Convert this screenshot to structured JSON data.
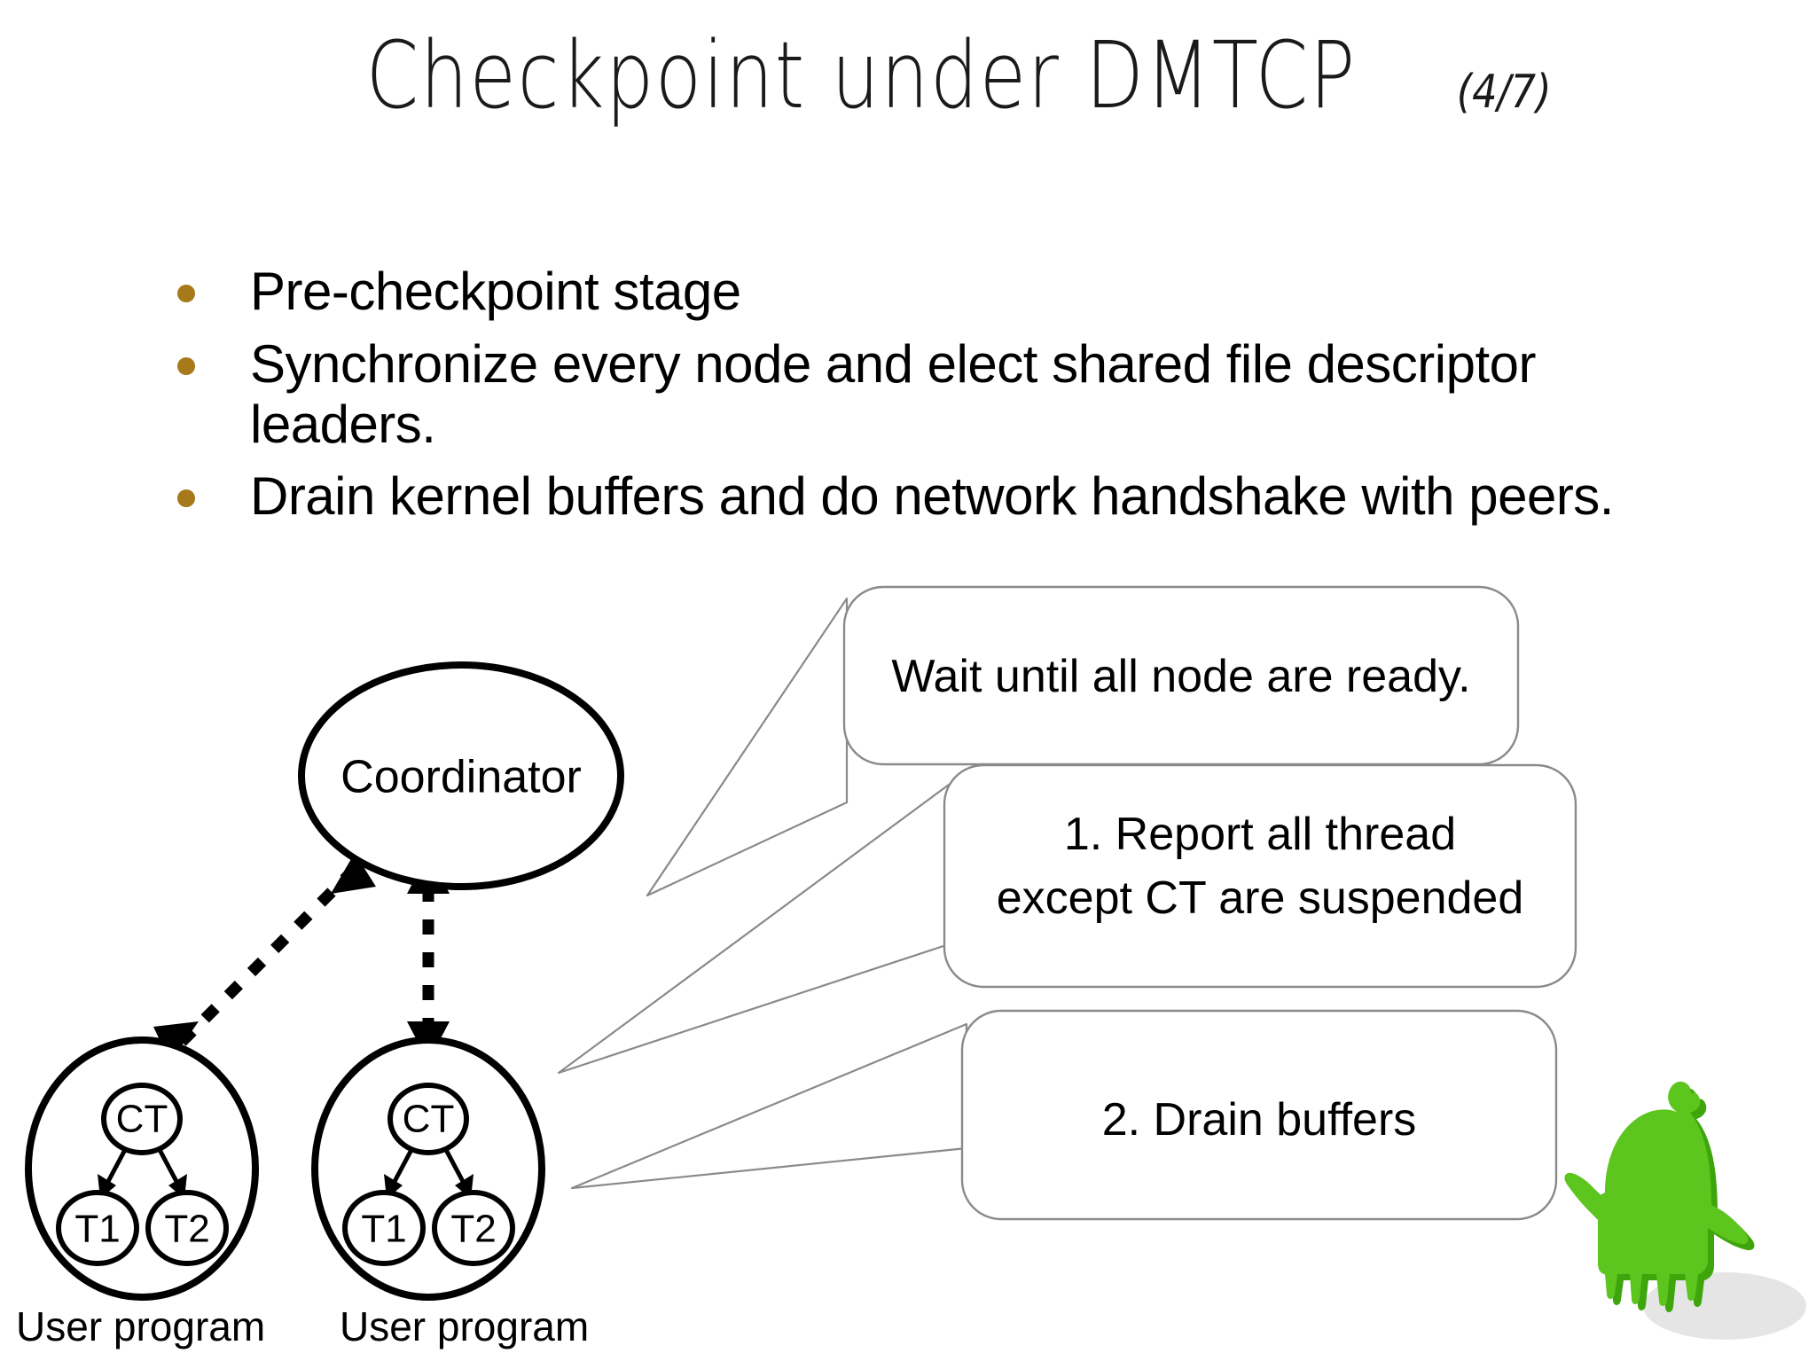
{
  "slide": {
    "title_main": "Checkpoint under DMTCP",
    "title_sub": "(4/7)",
    "background_color": "#ffffff"
  },
  "bullets": {
    "dot_color": "#A6791B",
    "items": [
      {
        "text": "Pre-checkpoint stage"
      },
      {
        "text": "Synchronize every node and elect shared file descriptor leaders."
      },
      {
        "text": "Drain kernel buffers and do network handshake with peers."
      }
    ]
  },
  "diagram": {
    "coordinator": {
      "label": "Coordinator"
    },
    "programs": [
      {
        "caption": "User program",
        "main_thread": "CT",
        "threads": [
          "T1",
          "T2"
        ]
      },
      {
        "caption": "User program",
        "main_thread": "CT",
        "threads": [
          "T1",
          "T2"
        ]
      }
    ],
    "callouts": [
      {
        "lines": [
          "Wait until all node are ready."
        ]
      },
      {
        "lines": [
          "1. Report all thread",
          "except CT are suspended"
        ]
      },
      {
        "lines": [
          "2. Drain buffers"
        ]
      }
    ],
    "stroke_color": "#000000",
    "callout_border_color": "#7f7f7f"
  },
  "mascot": {
    "name": "green-creature-logo",
    "body_color": "#5CC51E",
    "edge_color": "#3FA50C",
    "shadow_color": "#d9d9d9"
  }
}
